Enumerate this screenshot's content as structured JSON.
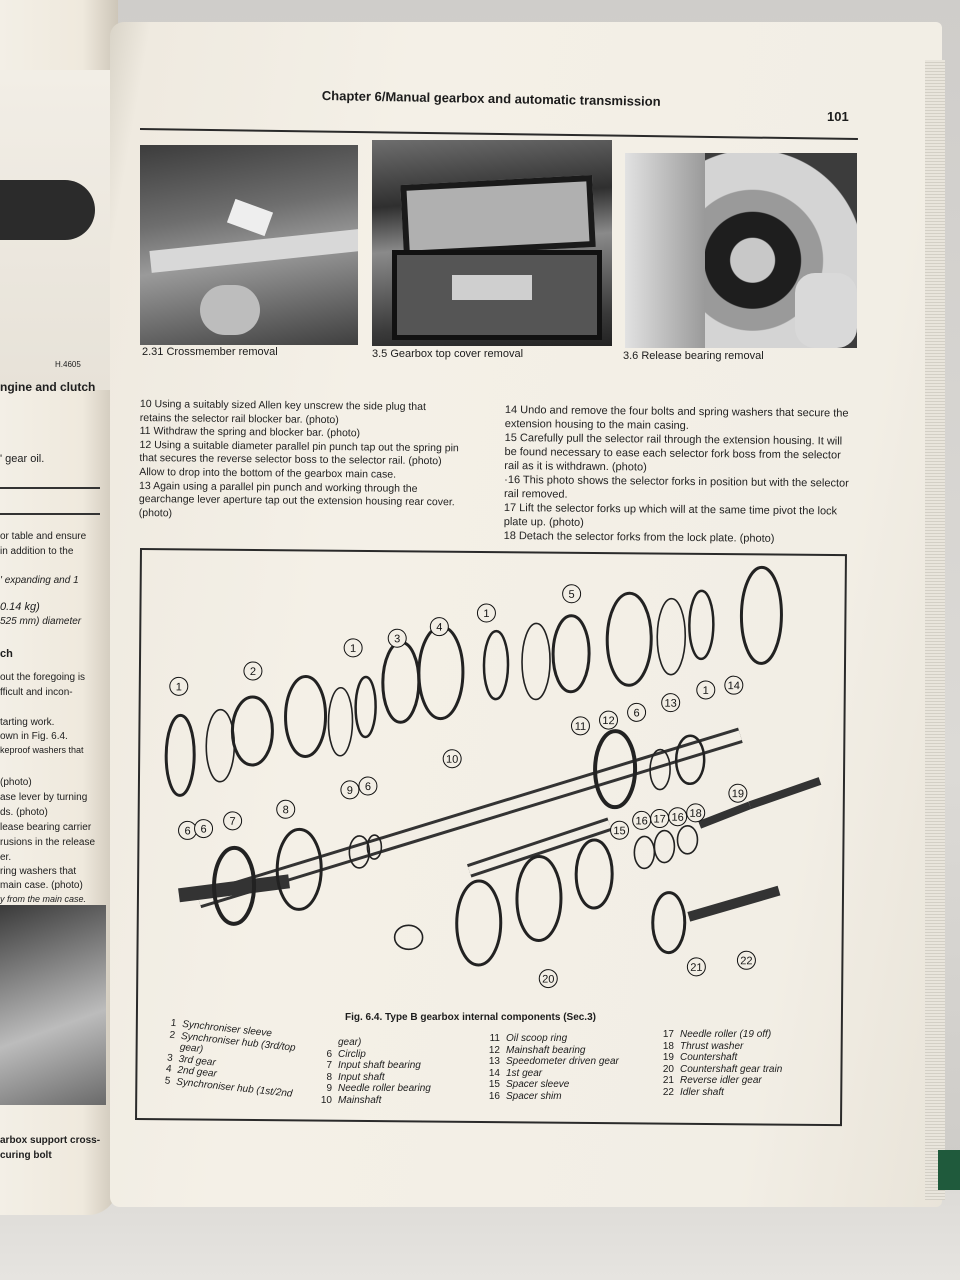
{
  "left_page": {
    "fragments": [
      {
        "id": "frag-h4605",
        "text": "H.4605",
        "style": ""
      },
      {
        "id": "frag-engine-clutch",
        "text": "ngine and clutch",
        "style": "bold"
      },
      {
        "id": "frag-gear-oil",
        "text": "' gear oil.",
        "style": ""
      },
      {
        "id": "frag-table",
        "text": "or table and ensure",
        "style": ""
      },
      {
        "id": "frag-addition",
        "text": "in addition to the",
        "style": ""
      },
      {
        "id": "frag-expanding",
        "text": "' expanding and 1",
        "style": "ital"
      },
      {
        "id": "frag-kg",
        "text": "0.14 kg)",
        "style": "ital"
      },
      {
        "id": "frag-diameter",
        "text": "525 mm) diameter",
        "style": "ital"
      },
      {
        "id": "frag-ch",
        "text": "ch",
        "style": "bold"
      },
      {
        "id": "frag-foregoing",
        "text": "out the foregoing is",
        "style": ""
      },
      {
        "id": "frag-difficult",
        "text": "fficult and incon-",
        "style": ""
      },
      {
        "id": "frag-starting",
        "text": "tarting work.",
        "style": ""
      },
      {
        "id": "frag-shown",
        "text": "own in Fig. 6.4.",
        "style": ""
      },
      {
        "id": "frag-washers",
        "text": "keproof washers that",
        "style": ""
      },
      {
        "id": "frag-photo1",
        "text": "(photo)",
        "style": ""
      },
      {
        "id": "frag-lever",
        "text": "ase lever by turning",
        "style": ""
      },
      {
        "id": "frag-photo2",
        "text": "ds. (photo)",
        "style": ""
      },
      {
        "id": "frag-carrier",
        "text": "lease bearing carrier",
        "style": ""
      },
      {
        "id": "frag-release",
        "text": "rusions in the release",
        "style": ""
      },
      {
        "id": "frag-er",
        "text": "er.",
        "style": ""
      },
      {
        "id": "frag-ring",
        "text": "ring washers that",
        "style": ""
      },
      {
        "id": "frag-main-case",
        "text": "main case. (photo)",
        "style": ""
      },
      {
        "id": "frag-from-main",
        "text": "y from the main case.",
        "style": "ital"
      },
      {
        "id": "frag-support",
        "text": "arbox support cross-",
        "style": "bold"
      },
      {
        "id": "frag-bolt",
        "text": "curing bolt",
        "style": "bold"
      }
    ]
  },
  "header": {
    "title": "Chapter 6/Manual gearbox and automatic transmission",
    "page_number": "101"
  },
  "photos": [
    {
      "id": "photo-crossmember",
      "caption": "2.31 Crossmember removal"
    },
    {
      "id": "photo-top-cover",
      "caption": "3.5 Gearbox top cover removal"
    },
    {
      "id": "photo-release-bearing",
      "caption": "3.6 Release bearing removal"
    }
  ],
  "body": {
    "left_column": [
      "10 Using a suitably sized Allen key unscrew the side plug that retains the selector rail blocker bar. (photo)",
      "11 Withdraw the spring and blocker bar. (photo)",
      "12 Using a suitable diameter parallel pin punch tap out the spring pin that secures the reverse selector boss to the selector rail. (photo) Allow to drop into the bottom of the gearbox main case.",
      "13 Again using a parallel pin punch and working through the gearchange lever aperture tap out the extension housing rear cover. (photo)"
    ],
    "right_column": [
      "14 Undo and remove the four bolts and spring washers that secure the extension housing to the main casing.",
      "15 Carefully pull the selector rail through the extension housing. It will be found necessary to ease each selector fork boss from the selector rail as it is withdrawn. (photo)",
      "·16 This photo shows the selector forks in position but with the selector rail removed.",
      "17 Lift the selector forks up which will at the same time pivot the lock plate up. (photo)",
      "18 Detach the selector forks from the lock plate. (photo)"
    ]
  },
  "figure": {
    "caption": "Fig. 6.4. Type B gearbox internal components (Sec.3)",
    "callouts": [
      "1",
      "2",
      "1",
      "3",
      "4",
      "1",
      "5",
      "1",
      "14",
      "11",
      "12",
      "6",
      "13",
      "10",
      "9",
      "6",
      "8",
      "6",
      "6",
      "7",
      "15",
      "16",
      "17",
      "16",
      "18",
      "19",
      "20",
      "21",
      "22"
    ],
    "legend": [
      {
        "num": "1",
        "text": "Synchroniser sleeve"
      },
      {
        "num": "2",
        "text": "Synchroniser hub (3rd/top"
      },
      {
        "num": "",
        "text": "gear)"
      },
      {
        "num": "3",
        "text": "3rd gear"
      },
      {
        "num": "4",
        "text": "2nd gear"
      },
      {
        "num": "5",
        "text": "Synchroniser hub (1st/2nd"
      },
      {
        "num": "",
        "text": "gear)"
      },
      {
        "num": "6",
        "text": "Circlip"
      },
      {
        "num": "7",
        "text": "Input shaft bearing"
      },
      {
        "num": "8",
        "text": "Input shaft"
      },
      {
        "num": "9",
        "text": "Needle roller bearing"
      },
      {
        "num": "10",
        "text": "Mainshaft"
      },
      {
        "num": "11",
        "text": "Oil scoop ring"
      },
      {
        "num": "12",
        "text": "Mainshaft bearing"
      },
      {
        "num": "13",
        "text": "Speedometer driven gear"
      },
      {
        "num": "14",
        "text": "1st gear"
      },
      {
        "num": "15",
        "text": "Spacer sleeve"
      },
      {
        "num": "16",
        "text": "Spacer shim"
      },
      {
        "num": "17",
        "text": "Needle roller (19 off)"
      },
      {
        "num": "18",
        "text": "Thrust washer"
      },
      {
        "num": "19",
        "text": "Countershaft"
      },
      {
        "num": "20",
        "text": "Countershaft gear train"
      },
      {
        "num": "21",
        "text": "Reverse idler gear"
      },
      {
        "num": "22",
        "text": "Idler shaft"
      }
    ]
  }
}
